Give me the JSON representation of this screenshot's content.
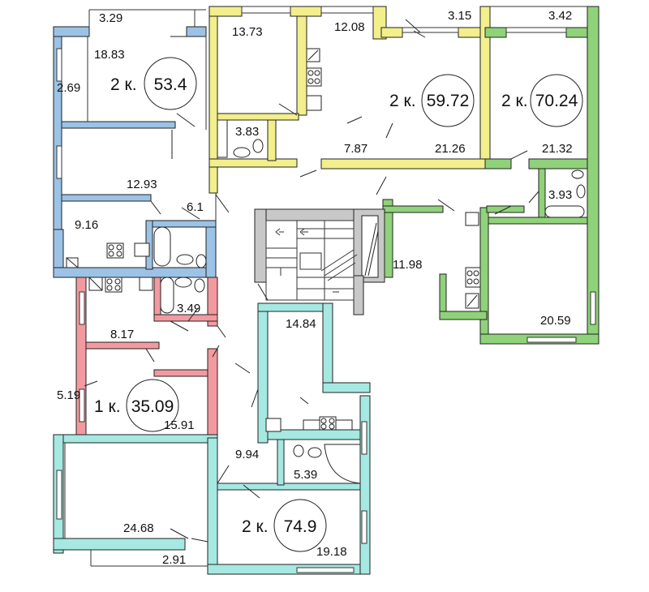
{
  "apartments": [
    {
      "id": "apt-blue",
      "rooms": "2 к.",
      "total": "53.4",
      "color": "#9cc3e6"
    },
    {
      "id": "apt-yellow",
      "rooms": "2 к.",
      "total": "59.72",
      "color": "#f2ef8c"
    },
    {
      "id": "apt-green",
      "rooms": "2 к.",
      "total": "70.24",
      "color": "#8fd27a"
    },
    {
      "id": "apt-red",
      "rooms": "1 к.",
      "total": "35.09",
      "color": "#f29aa0"
    },
    {
      "id": "apt-teal",
      "rooms": "2 к.",
      "total": "74.9",
      "color": "#a6e8e2"
    }
  ],
  "areas": {
    "a3_29": "3.29",
    "a18_83": "18.83",
    "a2_69": "2.69",
    "a12_93": "12.93",
    "a6_1": "6.1",
    "a9_16": "9.16",
    "a13_73": "13.73",
    "a12_08": "12.08",
    "a3_15": "3.15",
    "a3_42": "3.42",
    "a3_83": "3.83",
    "a7_87": "7.87",
    "a21_26": "21.26",
    "a21_32": "21.32",
    "a3_93": "3.93",
    "a11_98": "11.98",
    "a20_59": "20.59",
    "a3_49": "3.49",
    "a8_17": "8.17",
    "a5_19": "5.19",
    "a15_91": "15.91",
    "a14_84": "14.84",
    "a9_94": "9.94",
    "a5_39": "5.39",
    "a24_68": "24.68",
    "a2_91": "2.91",
    "a19_18": "19.18"
  }
}
